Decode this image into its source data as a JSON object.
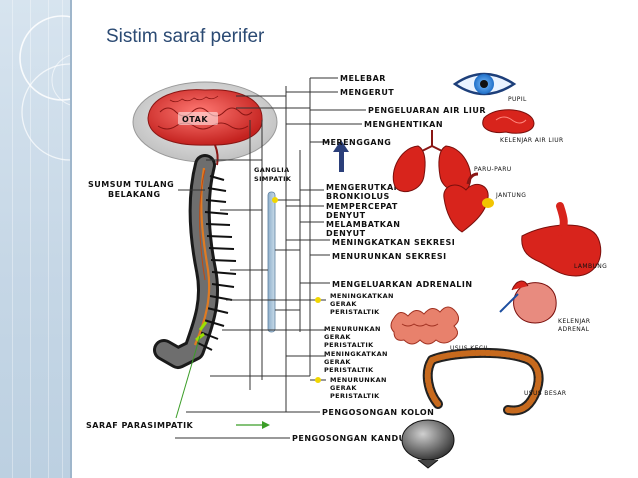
{
  "slide": {
    "title": "Sistim saraf perifer"
  },
  "labels": {
    "otak": "OTAK",
    "sumsum": [
      "SUMSUM TULANG",
      "BELAKANG"
    ],
    "ganglia": [
      "GANGLIA",
      "SIMPATIK"
    ],
    "parasimpatik": "SARAF PARASIMPATIK"
  },
  "effects": {
    "melebar": "MELEBAR",
    "mengerut": "MENGERUT",
    "pengeluaran_air_liur": "PENGELUARAN AIR LIUR",
    "menghentikan": "MENGHENTIKAN",
    "merenggang": "MERENGGANG",
    "mengerutkan_bronkiolus": [
      "MENGERUTKAN",
      "BRONKIOLUS"
    ],
    "mempercepat_denyut": [
      "MEMPERCEPAT",
      "DENYUT"
    ],
    "melambatkan_denyut": [
      "MELAMBATKAN",
      "DENYUT"
    ],
    "meningkatkan_sekresi": "MENINGKATKAN SEKRESI",
    "menurunkan_sekresi": "MENURUNKAN SEKRESI",
    "mengeluarkan_adrenalin": "MENGELUARKAN ADRENALIN",
    "meningkatkan_gerak_1": [
      "MENINGKATKAN",
      "GERAK",
      "PERISTALTIK"
    ],
    "menurunkan_gerak_1": [
      "MENURUNKAN",
      "GERAK",
      "PERISTALTIK"
    ],
    "meningkatkan_gerak_2": [
      "MENINGKATKAN",
      "GERAK",
      "PERISTALTIK"
    ],
    "menurunkan_gerak_2": [
      "MENURUNKAN",
      "GERAK",
      "PERISTALTIK"
    ],
    "pengosongan_kolon": "PENGOSONGAN KOLON",
    "pengosongan_kandung_kemih": "PENGOSONGAN KANDUNG KEMIH"
  },
  "organs": {
    "pupil": "PUPIL",
    "kelenjar_air_liur": "KELENJAR AIR LIUR",
    "paru_paru": "PARU-PARU",
    "jantung": "JANTUNG",
    "lambung": "LAMBUNG",
    "kelenjar_adrenal": [
      "KELENJAR",
      "ADRENAL"
    ],
    "usus_kecil": "USUS KECIL",
    "usus_besar": "USUS BESAR"
  },
  "colors": {
    "organ_red": "#d8241c",
    "brain_red": "#e0413e",
    "nerve_orange": "#e07b22",
    "title_blue": "#2b4a73"
  }
}
